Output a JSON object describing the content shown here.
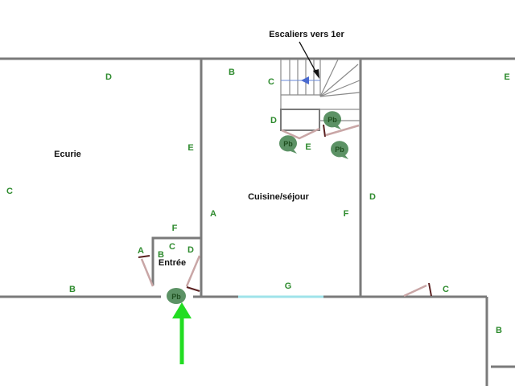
{
  "rooms": {
    "ecurie": "Ecurie",
    "cuisine": "Cuisine/séjour",
    "entree": "Entrée"
  },
  "annotation": "Escaliers vers 1er",
  "wall_labels": [
    "D",
    "E",
    "B",
    "C",
    "D",
    "E",
    "E",
    "C",
    "D",
    "A",
    "F",
    "F",
    "A",
    "B",
    "C",
    "D",
    "B",
    "G",
    "C",
    "B"
  ],
  "markers": {
    "label": "Pb",
    "count": 4
  },
  "colors": {
    "label": "#2e8b2e",
    "marker": "#3f7f4a",
    "arrow": "#22dd22",
    "glass": "#9fe3ea"
  }
}
